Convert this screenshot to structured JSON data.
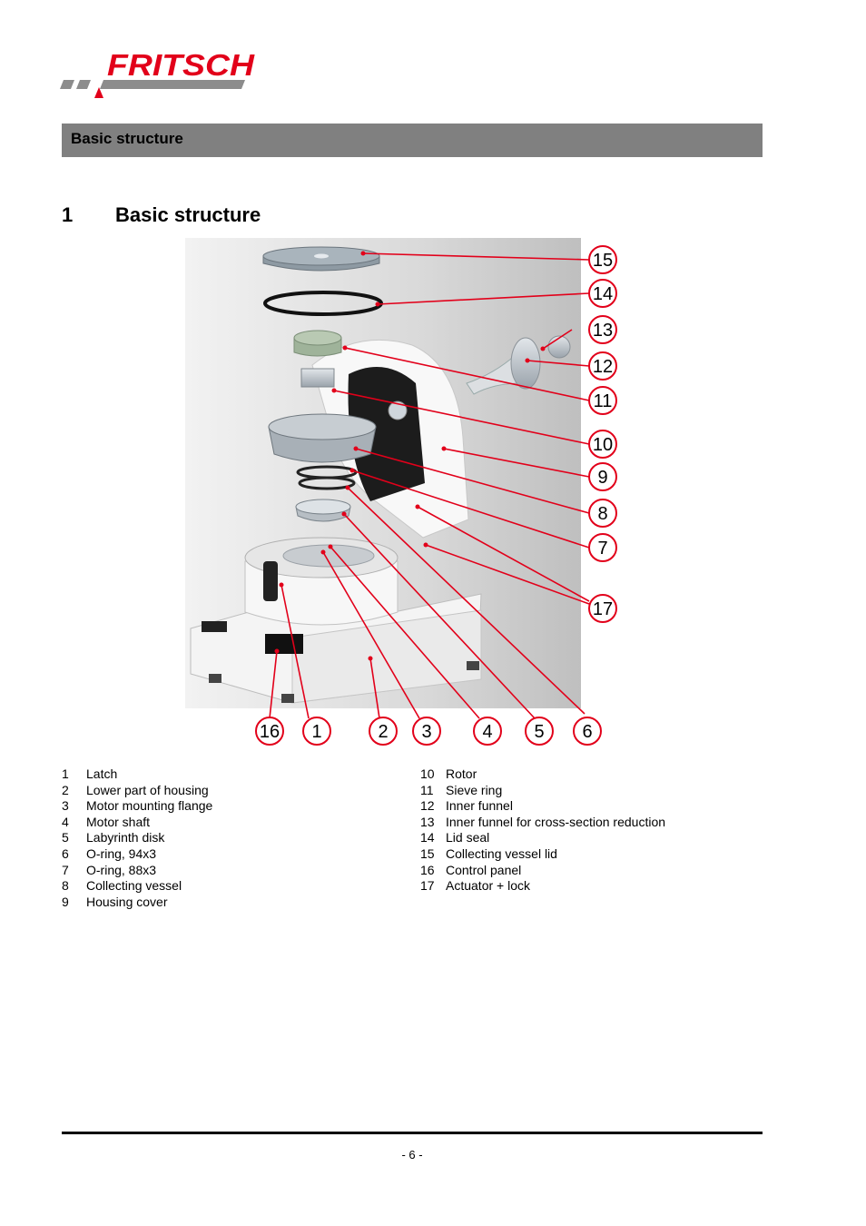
{
  "brand": {
    "name": "FRITSCH",
    "accent_color": "#e2001a",
    "gray": "#8c8c8c"
  },
  "header": {
    "title": "Basic structure",
    "bar_color": "#808080"
  },
  "section": {
    "number": "1",
    "title": "Basic structure"
  },
  "figure": {
    "callouts": [
      "1",
      "2",
      "3",
      "4",
      "5",
      "6",
      "7",
      "8",
      "9",
      "10",
      "11",
      "12",
      "13",
      "14",
      "15",
      "16",
      "17"
    ]
  },
  "legend_left": [
    {
      "num": "1",
      "label": "Latch"
    },
    {
      "num": "2",
      "label": "Lower part of housing"
    },
    {
      "num": "3",
      "label": "Motor mounting flange"
    },
    {
      "num": "4",
      "label": "Motor shaft"
    },
    {
      "num": "5",
      "label": "Labyrinth disk"
    },
    {
      "num": "6",
      "label": "O-ring, 94x3"
    },
    {
      "num": "7",
      "label": "O-ring, 88x3"
    },
    {
      "num": "8",
      "label": "Collecting vessel"
    },
    {
      "num": "9",
      "label": "Housing cover"
    }
  ],
  "legend_right": [
    {
      "num": "10",
      "label": "Rotor"
    },
    {
      "num": "11",
      "label": "Sieve ring"
    },
    {
      "num": "12",
      "label": "Inner funnel"
    },
    {
      "num": "13",
      "label": "Inner funnel for cross-section reduction"
    },
    {
      "num": "14",
      "label": "Lid seal"
    },
    {
      "num": "15",
      "label": "Collecting vessel lid"
    },
    {
      "num": "16",
      "label": "Control panel"
    },
    {
      "num": "17",
      "label": "Actuator + lock"
    }
  ],
  "footer": {
    "page": "- 6 -"
  }
}
